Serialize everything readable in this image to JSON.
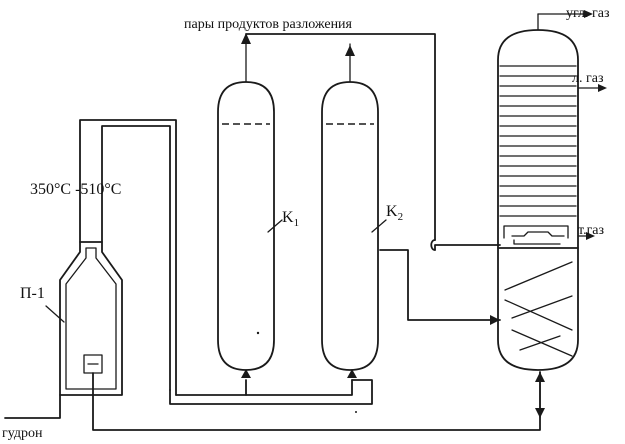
{
  "labels": {
    "vapors": "пары продуктов разложения",
    "gas_hydrocarbon": "угл. газ",
    "light_gas": "л. газ",
    "heavy_gas": "т.газ",
    "temperature": "350°C -510°C",
    "furnace": "П-1",
    "feed": "гудрон",
    "column_1": "K",
    "column_1_sub": "1",
    "column_2": "K",
    "column_2_sub": "2"
  },
  "colors": {
    "line": "#1a1a1a",
    "background": "#ffffff"
  }
}
